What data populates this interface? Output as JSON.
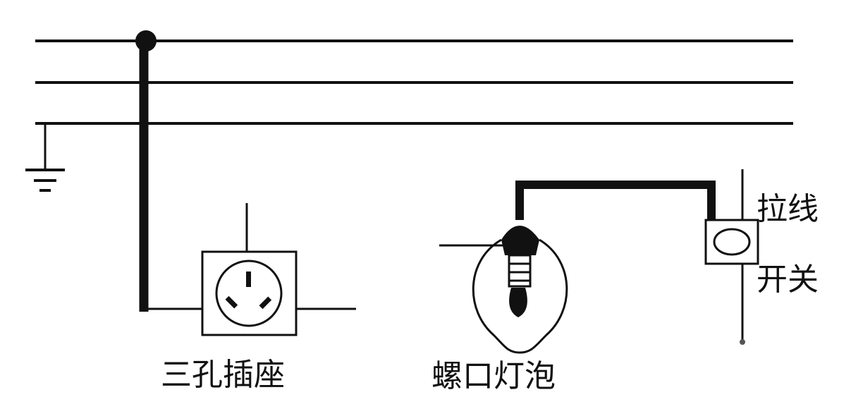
{
  "labels": {
    "socket": "三孔插座",
    "bulb": "螺口灯泡",
    "switch_top": "拉线",
    "switch_bottom": "开关"
  },
  "colors": {
    "line": "#111111",
    "background": "#ffffff"
  }
}
